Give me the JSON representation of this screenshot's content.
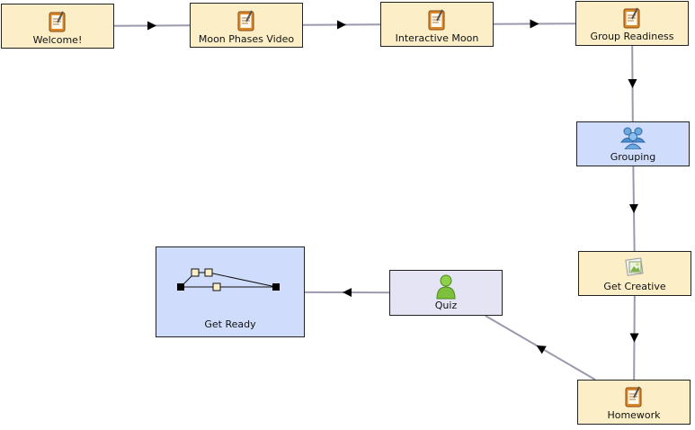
{
  "nodes": [
    {
      "id": "welcome",
      "label": "Welcome!",
      "kind": "activity",
      "icon": "notepad-icon"
    },
    {
      "id": "moon-video",
      "label": "Moon Phases Video",
      "kind": "activity",
      "icon": "notepad-icon"
    },
    {
      "id": "interactive-moon",
      "label": "Interactive Moon",
      "kind": "activity",
      "icon": "notepad-icon"
    },
    {
      "id": "group-readiness",
      "label": "Group Readiness",
      "kind": "activity",
      "icon": "notepad-icon"
    },
    {
      "id": "grouping",
      "label": "Grouping",
      "kind": "group",
      "icon": "people-icon"
    },
    {
      "id": "get-creative",
      "label": "Get Creative",
      "kind": "activity",
      "icon": "picture-icon"
    },
    {
      "id": "homework",
      "label": "Homework",
      "kind": "activity",
      "icon": "notepad-icon"
    },
    {
      "id": "quiz",
      "label": "Quiz",
      "kind": "gate",
      "icon": "person-icon"
    },
    {
      "id": "get-ready",
      "label": "Get Ready",
      "kind": "branch",
      "icon": "branch-diagram-icon"
    }
  ],
  "edges": [
    {
      "from": "welcome",
      "to": "moon-video"
    },
    {
      "from": "moon-video",
      "to": "interactive-moon"
    },
    {
      "from": "interactive-moon",
      "to": "group-readiness"
    },
    {
      "from": "group-readiness",
      "to": "grouping"
    },
    {
      "from": "grouping",
      "to": "get-creative"
    },
    {
      "from": "get-creative",
      "to": "homework"
    },
    {
      "from": "homework",
      "to": "quiz"
    },
    {
      "from": "quiz",
      "to": "get-ready"
    }
  ],
  "colors": {
    "activity": "#fcefc8",
    "group": "#cfdcfb",
    "gate": "#e4e4f4",
    "edge": "#9a9aae",
    "arrow": "#000000"
  }
}
